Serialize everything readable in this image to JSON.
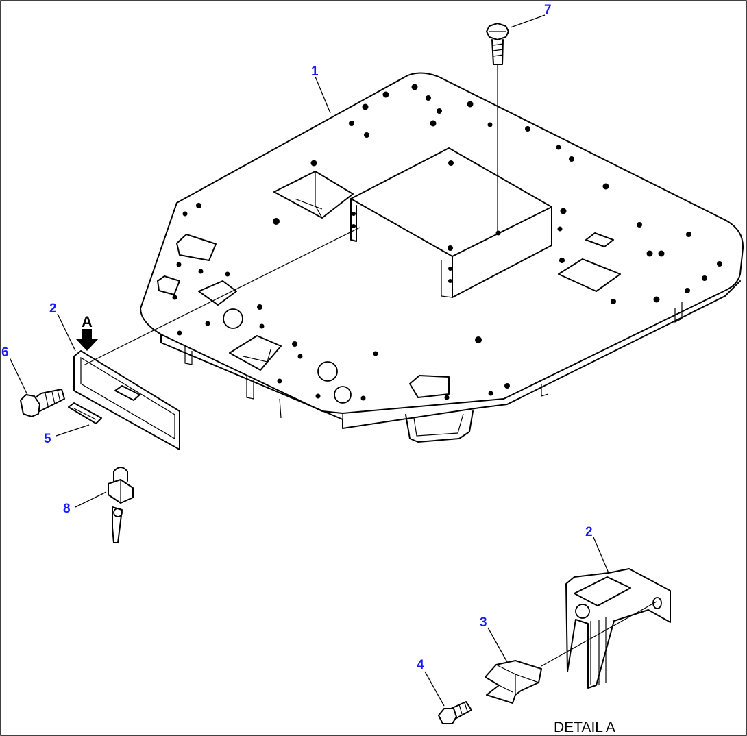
{
  "colors": {
    "callout": "#1a1aff",
    "line": "#000000",
    "background": "#ffffff"
  },
  "callouts": [
    {
      "id": "1",
      "text": "1"
    },
    {
      "id": "2a",
      "text": "2"
    },
    {
      "id": "2b",
      "text": "2"
    },
    {
      "id": "3",
      "text": "3"
    },
    {
      "id": "4",
      "text": "4"
    },
    {
      "id": "5",
      "text": "5"
    },
    {
      "id": "6",
      "text": "6"
    },
    {
      "id": "7",
      "text": "7"
    },
    {
      "id": "8",
      "text": "8"
    }
  ],
  "view_arrow_label": "A",
  "detail_label": "DETAIL A"
}
